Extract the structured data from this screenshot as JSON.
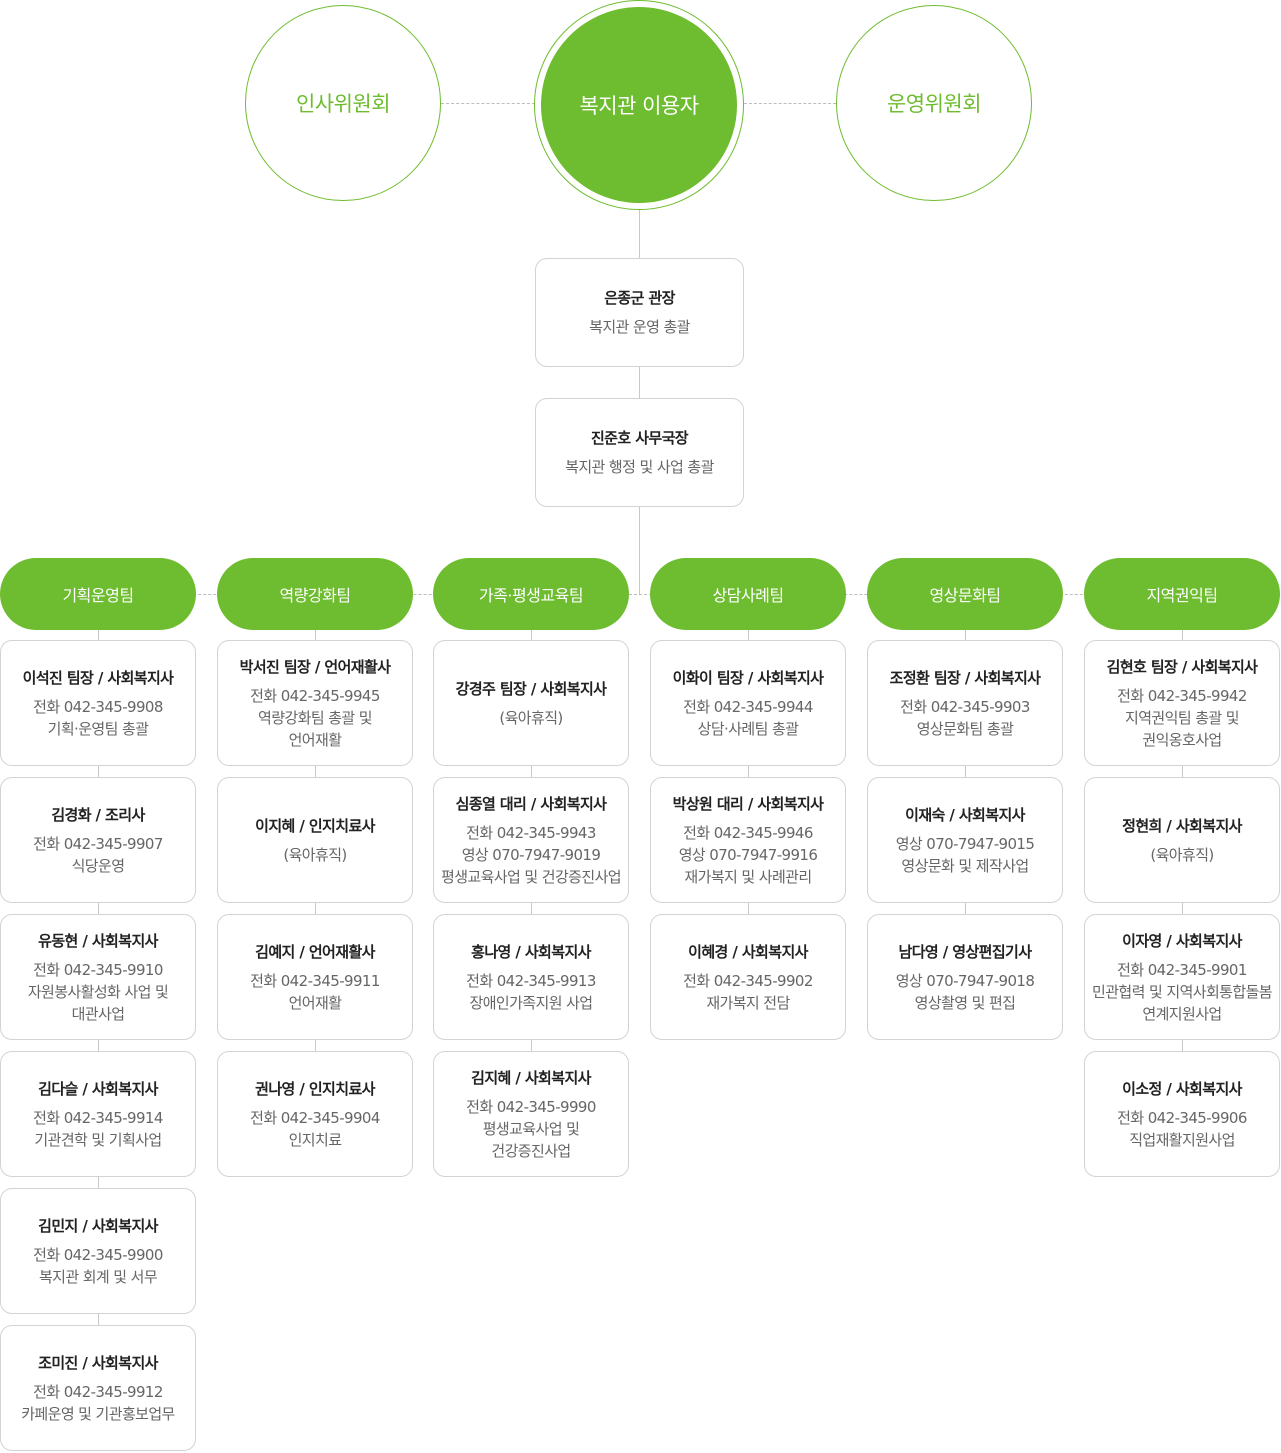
{
  "top": {
    "left_circle": "인사위원회",
    "center_circle": "복지관 이용자",
    "right_circle": "운영위원회"
  },
  "director": {
    "name": "은종군 관장",
    "lines": [
      "복지관 운영 총괄"
    ]
  },
  "secretary": {
    "name": "진준호 사무국장",
    "lines": [
      "복지관 행정 및 사업 총괄"
    ]
  },
  "teams": [
    {
      "name": "기획운영팀",
      "members": [
        {
          "name": "이석진 팀장 / 사회복지사",
          "lines": [
            "전화 042-345-9908",
            "기획·운영팀 총괄"
          ]
        },
        {
          "name": "김경화 / 조리사",
          "lines": [
            "전화 042-345-9907",
            "식당운영"
          ]
        },
        {
          "name": "유동현 / 사회복지사",
          "lines": [
            "전화 042-345-9910",
            "자원봉사활성화 사업 및",
            "대관사업"
          ]
        },
        {
          "name": "김다슬 / 사회복지사",
          "lines": [
            "전화 042-345-9914",
            "기관견학 및 기획사업"
          ]
        },
        {
          "name": "김민지 / 사회복지사",
          "lines": [
            "전화 042-345-9900",
            "복지관 회계 및 서무"
          ]
        },
        {
          "name": "조미진 / 사회복지사",
          "lines": [
            "전화 042-345-9912",
            "카페운영 및 기관홍보업무"
          ]
        }
      ]
    },
    {
      "name": "역량강화팀",
      "members": [
        {
          "name": "박서진 팀장 / 언어재활사",
          "lines": [
            "전화 042-345-9945",
            "역량강화팀 총괄 및",
            "언어재활"
          ]
        },
        {
          "name": "이지혜 / 인지치료사",
          "lines": [
            "(육아휴직)"
          ]
        },
        {
          "name": "김예지 / 언어재활사",
          "lines": [
            "전화 042-345-9911",
            "언어재활"
          ]
        },
        {
          "name": "권나영 / 인지치료사",
          "lines": [
            "전화 042-345-9904",
            "인지치료"
          ]
        }
      ]
    },
    {
      "name": "가족·평생교육팀",
      "members": [
        {
          "name": "강경주 팀장 / 사회복지사",
          "lines": [
            "(육아휴직)"
          ]
        },
        {
          "name": "심종열 대리 / 사회복지사",
          "lines": [
            "전화 042-345-9943",
            "영상 070-7947-9019",
            "평생교육사업 및 건강증진사업"
          ]
        },
        {
          "name": "홍나영 / 사회복지사",
          "lines": [
            "전화 042-345-9913",
            "장애인가족지원 사업"
          ]
        },
        {
          "name": "김지혜 / 사회복지사",
          "lines": [
            "전화 042-345-9990",
            "평생교육사업 및",
            "건강증진사업"
          ]
        }
      ]
    },
    {
      "name": "상담사례팀",
      "members": [
        {
          "name": "이화이 팀장 / 사회복지사",
          "lines": [
            "전화 042-345-9944",
            "상담·사례팀 총괄"
          ]
        },
        {
          "name": "박상원 대리 / 사회복지사",
          "lines": [
            "전화 042-345-9946",
            "영상 070-7947-9916",
            "재가복지 및 사례관리"
          ]
        },
        {
          "name": "이혜경 / 사회복지사",
          "lines": [
            "전화 042-345-9902",
            "재가복지 전담"
          ]
        }
      ]
    },
    {
      "name": "영상문화팀",
      "members": [
        {
          "name": "조정환 팀장 / 사회복지사",
          "lines": [
            "전화 042-345-9903",
            "영상문화팀 총괄"
          ]
        },
        {
          "name": "이재숙 / 사회복지사",
          "lines": [
            "영상 070-7947-9015",
            "영상문화 및 제작사업"
          ]
        },
        {
          "name": "남다영 / 영상편집기사",
          "lines": [
            "영상 070-7947-9018",
            "영상촬영 및 편집"
          ]
        }
      ]
    },
    {
      "name": "지역권익팀",
      "members": [
        {
          "name": "김현호 팀장 / 사회복지사",
          "lines": [
            "전화 042-345-9942",
            "지역권익팀 총괄 및",
            "권익옹호사업"
          ]
        },
        {
          "name": "정현희 / 사회복지사",
          "lines": [
            "(육아휴직)"
          ]
        },
        {
          "name": "이자영 / 사회복지사",
          "lines": [
            "전화 042-345-9901",
            "민관협력 및 지역사회통합돌봄",
            "연계지원사업"
          ]
        },
        {
          "name": "이소정 / 사회복지사",
          "lines": [
            "전화 042-345-9906",
            "직업재활지원사업"
          ]
        }
      ]
    }
  ]
}
